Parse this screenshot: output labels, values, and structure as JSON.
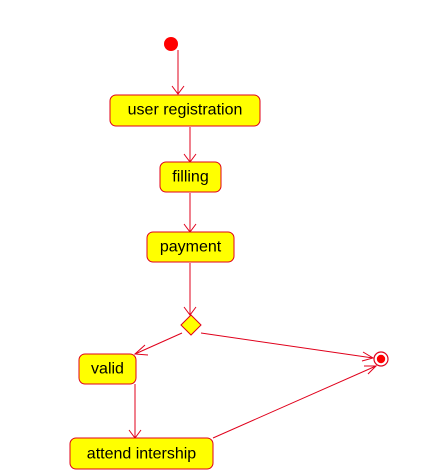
{
  "diagram": {
    "type": "uml-activity",
    "colors": {
      "stroke": "#e0001b",
      "node_fill": "#ffff00",
      "start_fill": "#ff0000",
      "text": "#000000",
      "background": "#ffffff"
    },
    "nodes": {
      "start": {
        "kind": "initial"
      },
      "user_registration": {
        "kind": "action",
        "label": "user registration"
      },
      "filling": {
        "kind": "action",
        "label": "filling"
      },
      "payment": {
        "kind": "action",
        "label": "payment"
      },
      "decision": {
        "kind": "decision"
      },
      "valid": {
        "kind": "action",
        "label": "valid"
      },
      "attend_intership": {
        "kind": "action",
        "label": "attend intership"
      },
      "end": {
        "kind": "final"
      }
    },
    "edges": [
      {
        "from": "start",
        "to": "user_registration"
      },
      {
        "from": "user_registration",
        "to": "filling"
      },
      {
        "from": "filling",
        "to": "payment"
      },
      {
        "from": "payment",
        "to": "decision"
      },
      {
        "from": "decision",
        "to": "valid"
      },
      {
        "from": "decision",
        "to": "end"
      },
      {
        "from": "valid",
        "to": "attend_intership"
      },
      {
        "from": "attend_intership",
        "to": "end"
      }
    ]
  }
}
